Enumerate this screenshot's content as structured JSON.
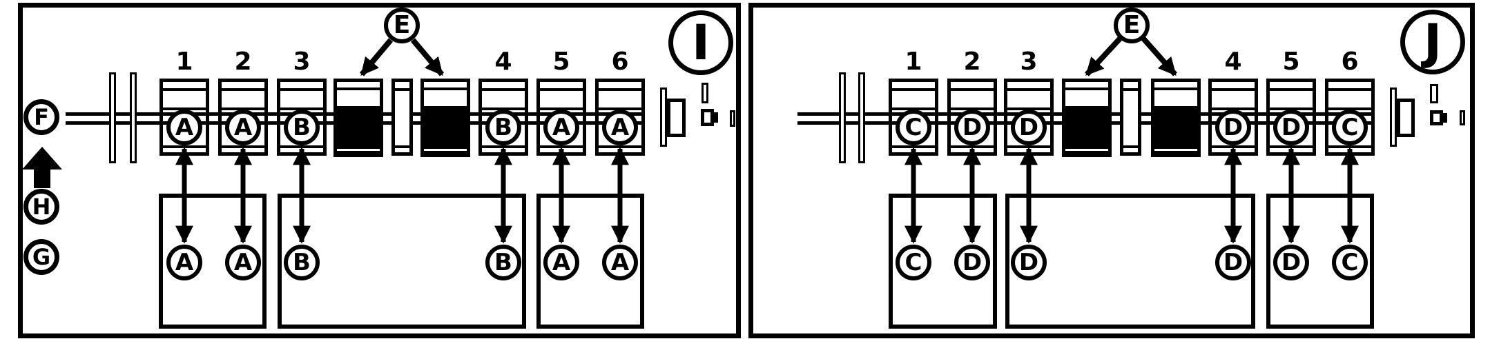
{
  "colors": {
    "ink": "#000000",
    "paper": "#ffffff"
  },
  "panels": [
    {
      "badge": "I",
      "center_callout": "E",
      "side_labels": {
        "front": "F",
        "direction": "H",
        "bottom": "G"
      },
      "positions": [
        {
          "number": "1",
          "journal_grade": "A",
          "bearing_grade": "A"
        },
        {
          "number": "2",
          "journal_grade": "A",
          "bearing_grade": "A"
        },
        {
          "number": "3",
          "journal_grade": "B",
          "bearing_grade": "B"
        },
        {
          "number": "4",
          "journal_grade": "B",
          "bearing_grade": "B"
        },
        {
          "number": "5",
          "journal_grade": "A",
          "bearing_grade": "A"
        },
        {
          "number": "6",
          "journal_grade": "A",
          "bearing_grade": "A"
        }
      ]
    },
    {
      "badge": "J",
      "center_callout": "E",
      "positions": [
        {
          "number": "1",
          "journal_grade": "C",
          "bearing_grade": "C"
        },
        {
          "number": "2",
          "journal_grade": "D",
          "bearing_grade": "D"
        },
        {
          "number": "3",
          "journal_grade": "D",
          "bearing_grade": "D"
        },
        {
          "number": "4",
          "journal_grade": "D",
          "bearing_grade": "D"
        },
        {
          "number": "5",
          "journal_grade": "D",
          "bearing_grade": "D"
        },
        {
          "number": "6",
          "journal_grade": "C",
          "bearing_grade": "C"
        }
      ]
    }
  ]
}
